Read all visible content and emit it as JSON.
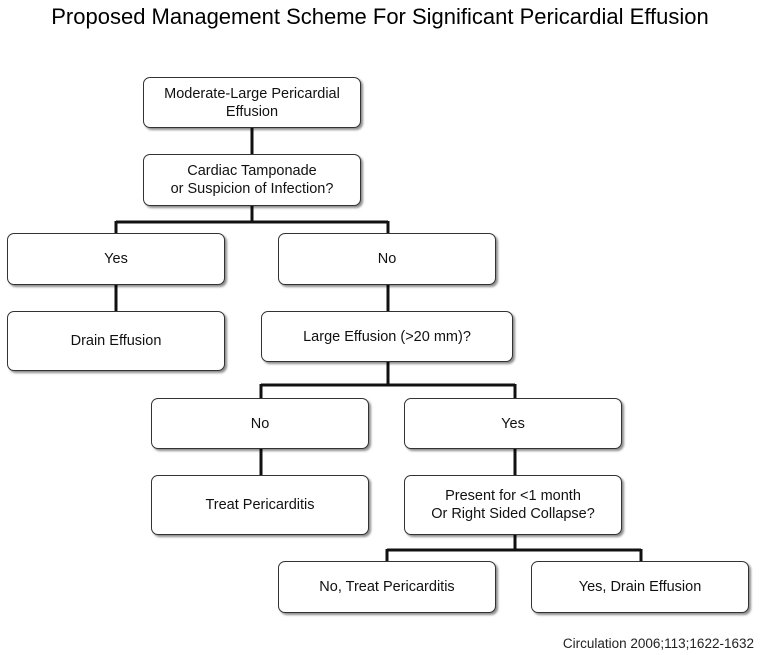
{
  "title": "Proposed Management Scheme For Significant Pericardial Effusion",
  "nodes": {
    "start": "Moderate-Large Pericardial\nEffusion",
    "q1": "Cardiac  Tamponade\nor Suspicion of Infection?",
    "yes1": "Yes",
    "no1": "No",
    "drain1": "Drain Effusion",
    "q2": "Large Effusion (>20 mm)?",
    "no2": "No",
    "yes2": "Yes",
    "treat1": "Treat Pericarditis",
    "q3": "Present for <1 month\nOr Right Sided Collapse?",
    "no3": "No, Treat Pericarditis",
    "yes3": "Yes, Drain Effusion"
  },
  "citation": "Circulation 2006;113;1622-1632"
}
